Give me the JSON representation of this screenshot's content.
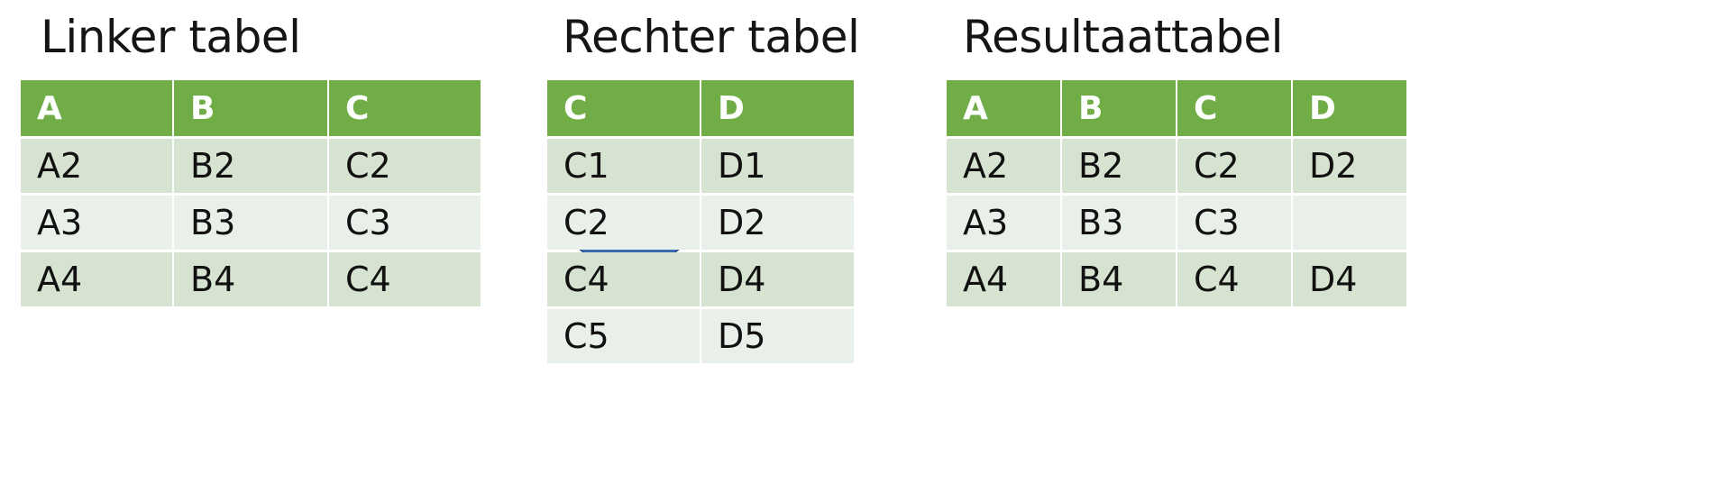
{
  "colors": {
    "header_green": "#70AD47",
    "row_band_dark": "#D6E3D0",
    "row_band_light": "#E9EFE9",
    "arrow_blue": "#3A6FB5",
    "equals_blue": "#1B75BC",
    "page_background": "#FFFFFF",
    "header_text": "#FDFFFD",
    "body_text": "#111111"
  },
  "left_table": {
    "title": "Linker tabel",
    "columns": [
      "A",
      "B",
      "C"
    ],
    "rows": [
      [
        "A2",
        "B2",
        "C2"
      ],
      [
        "A3",
        "B3",
        "C3"
      ],
      [
        "A4",
        "B4",
        "C4"
      ]
    ]
  },
  "middle_table": {
    "title": "Rechter tabel",
    "columns": [
      "C",
      "D"
    ],
    "rows": [
      [
        "C1",
        "D1"
      ],
      [
        "C2",
        "D2"
      ],
      [
        "C4",
        "D4"
      ],
      [
        "C5",
        "D5"
      ]
    ]
  },
  "result_table": {
    "title": "Resultaattabel",
    "columns": [
      "A",
      "B",
      "C",
      "D"
    ],
    "rows": [
      [
        "A2",
        "B2",
        "C2",
        "D2"
      ],
      [
        "A3",
        "B3",
        "C3",
        ""
      ],
      [
        "A4",
        "B4",
        "C4",
        "D4"
      ]
    ]
  },
  "connectors": {
    "join_arrow": "double-headed-arrow-icon",
    "equals": "equals-icon"
  }
}
